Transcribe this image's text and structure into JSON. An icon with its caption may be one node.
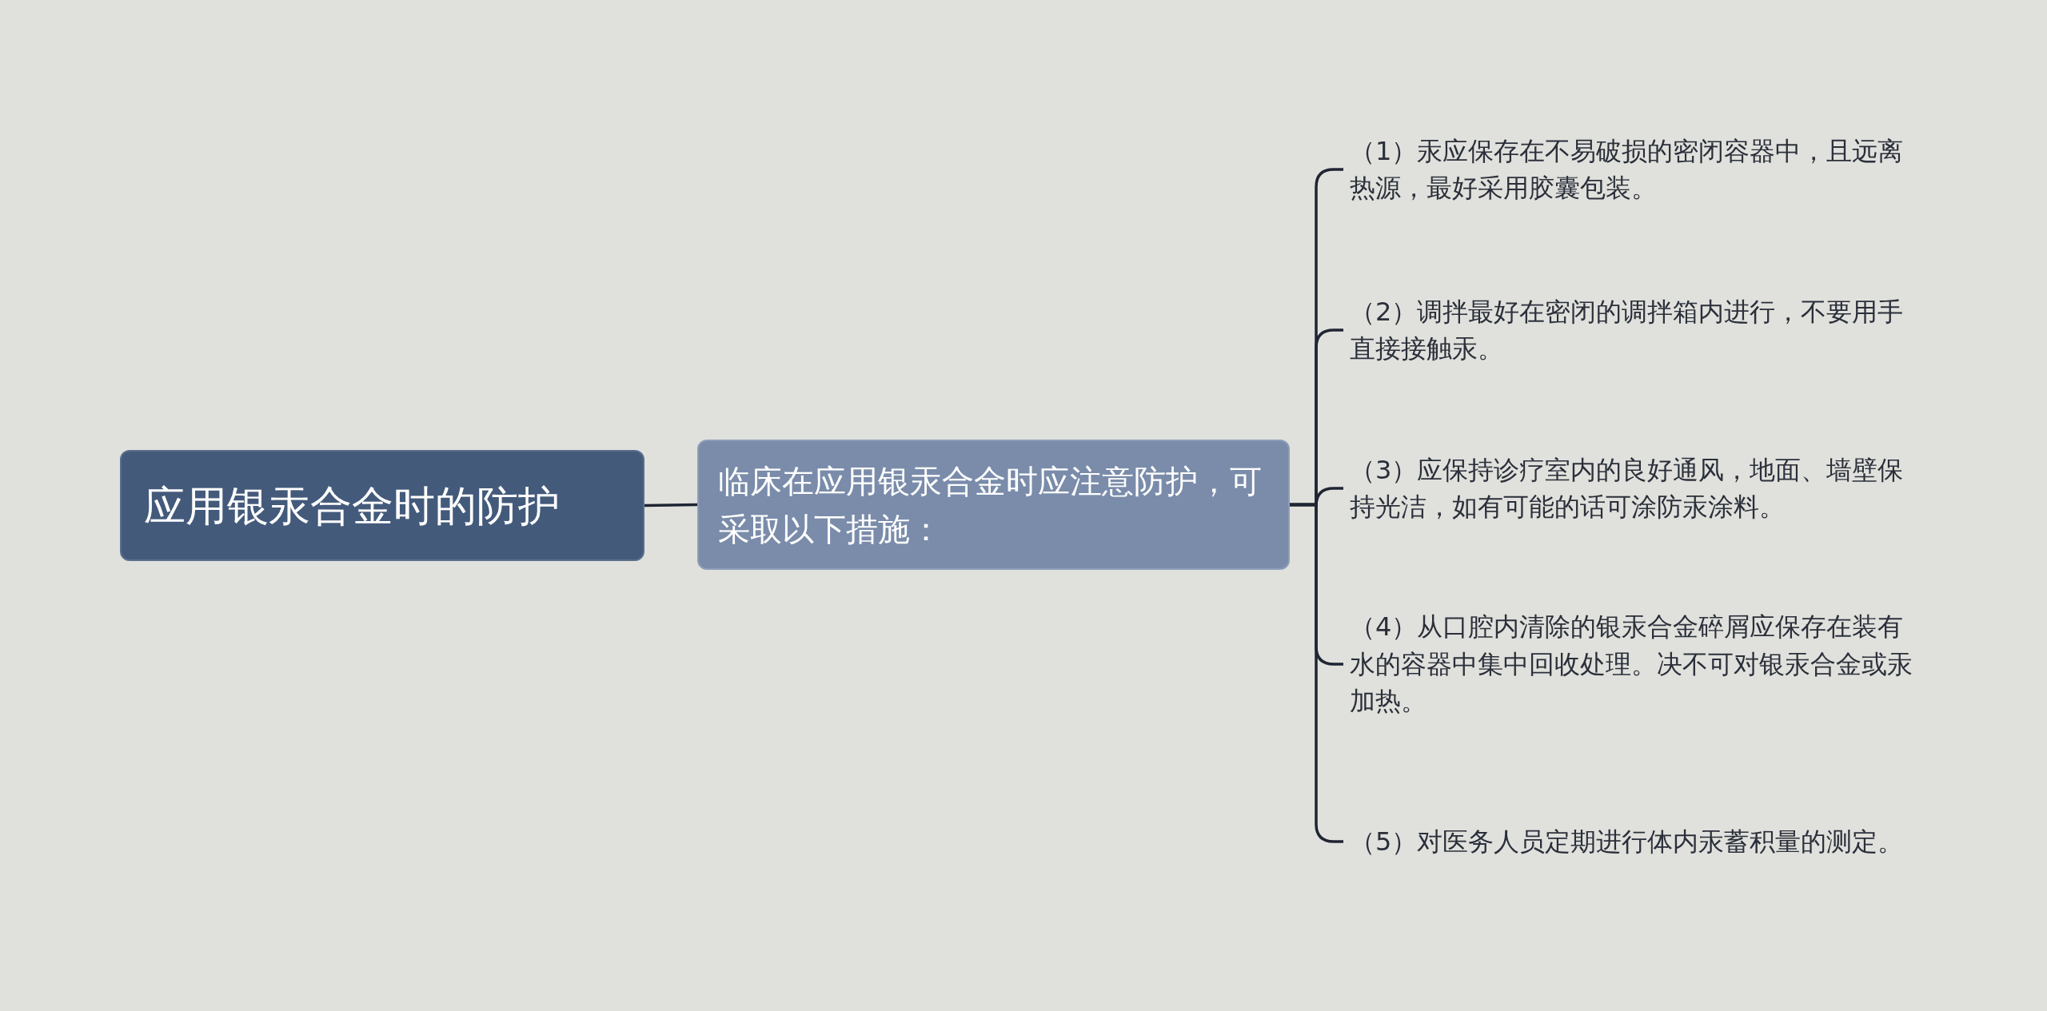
{
  "diagram": {
    "nodes": [
      {
        "text": [
          "应用银汞合金时的防护"
        ]
      },
      {
        "text": [
          "临床在应用银汞合金时应注意防护，可采取以下措施："
        ]
      },
      {
        "text": [
          "（1）汞应保存在不易破损的密闭容器中，且远离热源，最好采用胶囊包装。"
        ]
      },
      {
        "text": [
          "（2）调拌最好在密闭的调拌箱内进行，不要用手直接接触汞。"
        ]
      },
      {
        "text": [
          "（3）应保持诊疗室内的良好通风，地面、墙壁保持光洁，如有可能的话可涂防汞涂料。"
        ]
      },
      {
        "text": [
          "（4）从口腔内清除的银汞合金碎屑应保存在装有水的容器中集中回收处理。决不可对银汞合金或汞加热。"
        ]
      },
      {
        "text": [
          "（5）对医务人员定期进行体内汞蓄积量的测定。"
        ]
      }
    ],
    "edges": [
      {
        "from": 0,
        "to": 1,
        "arrow": "none"
      },
      {
        "from": 1,
        "to": 2,
        "arrow": "none"
      },
      {
        "from": 1,
        "to": 3,
        "arrow": "none"
      },
      {
        "from": 1,
        "to": 4,
        "arrow": "none"
      },
      {
        "from": 1,
        "to": 5,
        "arrow": "none"
      },
      {
        "from": 1,
        "to": 6,
        "arrow": "none"
      }
    ]
  }
}
